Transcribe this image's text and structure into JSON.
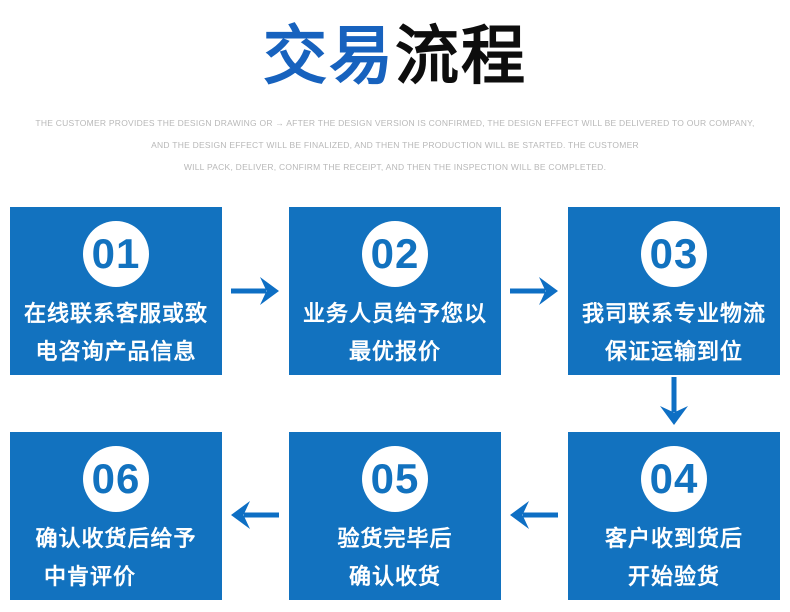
{
  "title": {
    "part_blue": "交易",
    "part_black": "流程"
  },
  "subtitle": {
    "line1": "THE CUSTOMER PROVIDES THE DESIGN DRAWING OR → AFTER THE DESIGN VERSION IS CONFIRMED, THE DESIGN EFFECT WILL BE DELIVERED TO OUR COMPANY,",
    "line2": "AND THE DESIGN EFFECT WILL BE FINALIZED, AND THEN THE PRODUCTION WILL BE STARTED. THE CUSTOMER",
    "line3": "WILL PACK, DELIVER, CONFIRM THE RECEIPT, AND THEN THE INSPECTION WILL BE COMPLETED."
  },
  "steps": [
    {
      "number": "01",
      "line1": "在线联系客服或致",
      "line2": "电咨询产品信息"
    },
    {
      "number": "02",
      "line1": "业务人员给予您以",
      "line2": "最优报价"
    },
    {
      "number": "03",
      "line1": "我司联系专业物流",
      "line2": "保证运输到位"
    },
    {
      "number": "04",
      "line1": "客户收到货后",
      "line2": "开始验货"
    },
    {
      "number": "05",
      "line1": "验货完毕后",
      "line2": "确认收货"
    },
    {
      "number": "06",
      "line1": "确认收货后给予",
      "line2": "中肯评价"
    }
  ],
  "colors": {
    "box_blue": "#1272bf",
    "title_blue": "#1762be",
    "arrow_blue": "#0e6fc4",
    "subtitle_gray": "#b8b8b8",
    "title_black": "#0d0d0d"
  }
}
